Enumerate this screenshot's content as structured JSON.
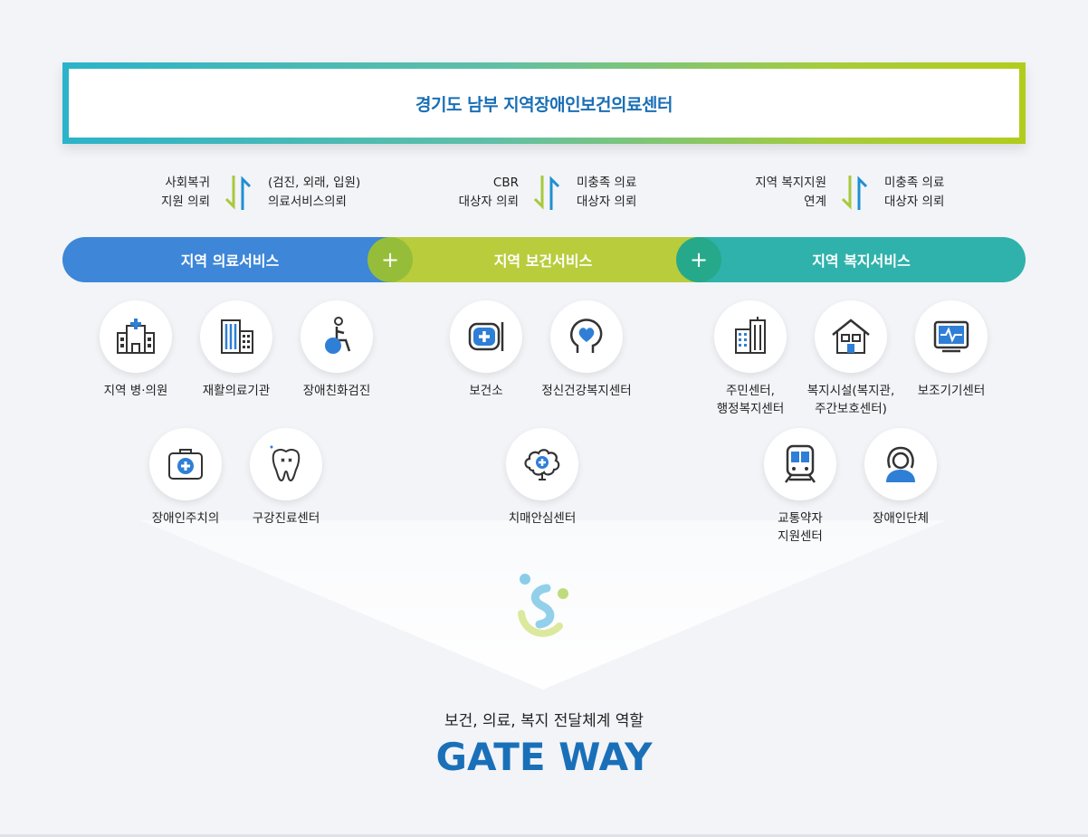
{
  "title": "경기도 남부 지역장애인보건의료센터",
  "referrals": [
    {
      "left": "사회복귀\n지원 의뢰",
      "right": "(검진, 외래, 입원)\n의료서비스의뢰"
    },
    {
      "left": "CBR\n대상자 의뢰",
      "right": "미충족 의료\n대상자 의뢰"
    },
    {
      "left": "지역 복지지원\n연계",
      "right": "미충족 의료\n대상자 의뢰"
    }
  ],
  "services": {
    "medical": {
      "title": "지역 의료서비스",
      "items": [
        {
          "label": "지역 병·의원",
          "icon": "hospital-icon"
        },
        {
          "label": "재활의료기관",
          "icon": "building-icon"
        },
        {
          "label": "장애친화검진",
          "icon": "wheelchair-icon"
        },
        {
          "label": "장애인주치의",
          "icon": "medical-kit-icon"
        },
        {
          "label": "구강진료센터",
          "icon": "tooth-icon"
        }
      ]
    },
    "health": {
      "title": "지역 보건서비스",
      "items": [
        {
          "label": "보건소",
          "icon": "health-center-icon"
        },
        {
          "label": "정신건강복지센터",
          "icon": "mental-health-icon"
        },
        {
          "label": "치매안심센터",
          "icon": "brain-icon"
        }
      ]
    },
    "welfare": {
      "title": "지역 복지서비스",
      "items": [
        {
          "label": "주민센터,\n행정복지센터",
          "icon": "community-center-icon"
        },
        {
          "label": "복지시설(복지관,\n주간보호센터)",
          "icon": "welfare-house-icon"
        },
        {
          "label": "보조기기센터",
          "icon": "monitor-icon"
        },
        {
          "label": "교통약자\n지원센터",
          "icon": "train-icon"
        },
        {
          "label": "장애인단체",
          "icon": "person-icon"
        }
      ]
    }
  },
  "plus": "+",
  "subtitle": "보건, 의료, 복지 전달체계 역할",
  "gateway": "GATE WAY",
  "colors": {
    "medical": "#3d86d8",
    "health": "#b9cc3c",
    "welfare": "#2fb2ab",
    "title_text": "#1a6fb5",
    "gateway": "#1a70b8"
  }
}
